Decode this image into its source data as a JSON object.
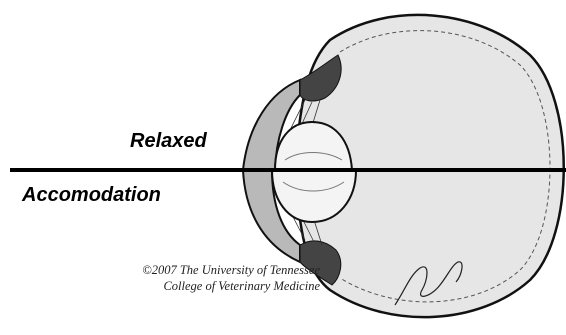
{
  "labels": {
    "top": "Relaxed",
    "bottom": "Accomodation"
  },
  "credit": {
    "line1": "©2007 The University of Tennessee",
    "line2": "College of Veterinary Medicine"
  },
  "signature": "ddhaines",
  "colors": {
    "globe_fill": "#e6e6e6",
    "cornea_fill": "#b9b9b9",
    "lens_fill": "#f4f4f4",
    "outline": "#111111",
    "divider": "#000000"
  },
  "icons": {
    "diagram": "eye-cross-section-icon"
  }
}
